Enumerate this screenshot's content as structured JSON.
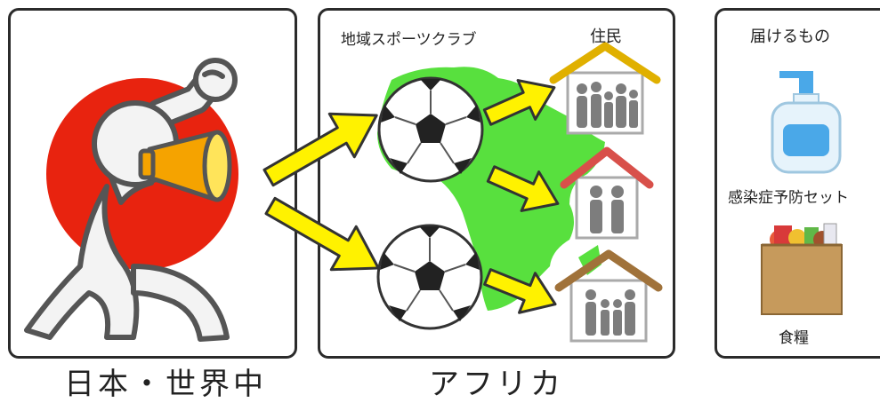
{
  "captions": {
    "left": "日本・世界中",
    "middle": "アフリカ"
  },
  "labels": {
    "club": "地域スポーツクラブ",
    "residents": "住民",
    "deliver": "届けるもの",
    "kit": "感染症予防セット",
    "food": "食糧"
  },
  "colors": {
    "sun_red": "#e8230f",
    "continent_green": "#58e03e",
    "arrow_yellow": "#fff200",
    "megaphone_orange": "#f5a300",
    "roof_yellow": "#e0b000",
    "roof_red": "#d8504a",
    "roof_brown": "#a0723a",
    "person_gray": "#7d7d7d",
    "bottle_blue": "#4aa8e8",
    "box_brown": "#c69a5c"
  },
  "icons": [
    "cheering-person-icon",
    "megaphone-icon",
    "soccer-ball-icon",
    "house-icon",
    "family-icon",
    "hand-soap-bottle-icon",
    "food-box-icon",
    "arrow-icon"
  ]
}
